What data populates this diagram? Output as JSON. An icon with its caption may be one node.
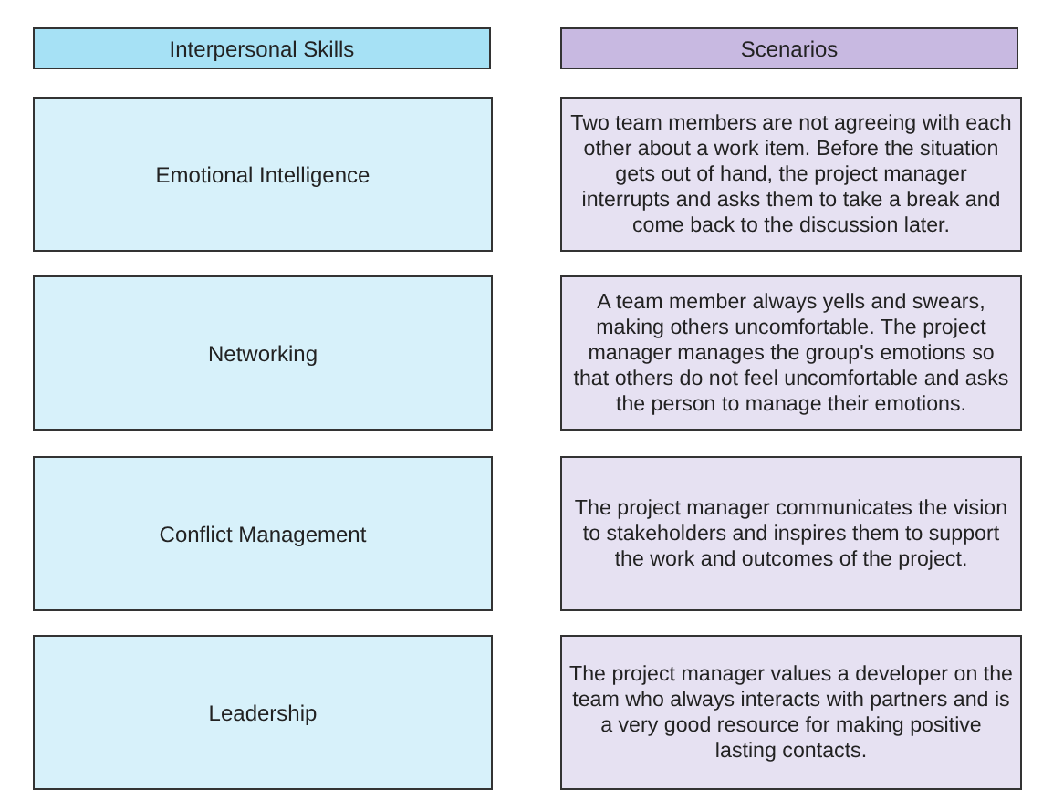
{
  "diagram": {
    "nodes": [
      {
        "text": [
          "Interpersonal Skills"
        ]
      },
      {
        "text": [
          "Scenarios"
        ]
      },
      {
        "text": [
          "Emotional Intelligence"
        ]
      },
      {
        "text": [
          "Two team members are not agreeing with each other about a work item. Before the situation gets out of hand, the project manager interrupts and asks them to take a break and come back to the discussion later."
        ]
      },
      {
        "text": [
          "Networking"
        ]
      },
      {
        "text": [
          "A team member always yells and swears, making others uncomfortable. The project manager manages the group's emotions so that others do not feel uncomfortable and asks the person to manage their emotions."
        ]
      },
      {
        "text": [
          "Conflict Management"
        ]
      },
      {
        "text": [
          "The project manager communicates the vision to stakeholders and inspires them to support the work and outcomes of the project."
        ]
      },
      {
        "text": [
          "Leadership"
        ]
      },
      {
        "text": [
          "The project manager values a developer on the team who always interacts with partners and is a very good resource for making positive lasting contacts."
        ]
      }
    ],
    "edges": []
  }
}
